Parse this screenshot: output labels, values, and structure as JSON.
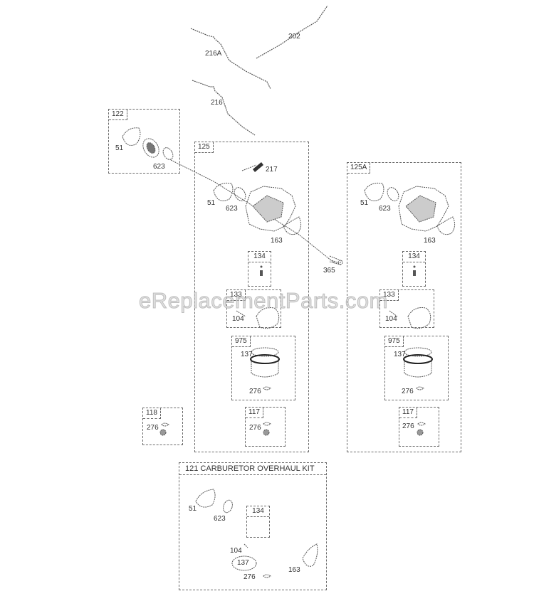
{
  "diagram": {
    "type": "exploded-parts-diagram",
    "subject": "Carburetor assembly",
    "watermark": "eReplacementParts.com",
    "loose_parts": [
      {
        "id": "202",
        "label": "202"
      },
      {
        "id": "216A",
        "label": "216A"
      },
      {
        "id": "216",
        "label": "216"
      },
      {
        "id": "365",
        "label": "365"
      }
    ],
    "groups": {
      "g122": {
        "tag": "122",
        "parts": {
          "p51": "51",
          "p623": "623"
        }
      },
      "g125": {
        "tag": "125",
        "parts": {
          "p217": "217",
          "p51": "51",
          "p623": "623",
          "p163": "163"
        },
        "sub": {
          "g134": {
            "tag": "134"
          },
          "g133": {
            "tag": "133",
            "parts": {
              "p104": "104"
            }
          },
          "g975": {
            "tag": "975",
            "parts": {
              "p137": "137",
              "p276": "276"
            }
          },
          "g117": {
            "tag": "117",
            "parts": {
              "p276": "276"
            }
          }
        }
      },
      "g125A": {
        "tag": "125A",
        "parts": {
          "p51": "51",
          "p623": "623",
          "p163": "163"
        },
        "sub": {
          "g134": {
            "tag": "134"
          },
          "g133": {
            "tag": "133",
            "parts": {
              "p104": "104"
            }
          },
          "g975": {
            "tag": "975",
            "parts": {
              "p137": "137",
              "p276": "276"
            }
          },
          "g117": {
            "tag": "117",
            "parts": {
              "p276": "276"
            }
          }
        }
      },
      "g118": {
        "tag": "118",
        "parts": {
          "p276": "276"
        }
      },
      "g121": {
        "title": "121 CARBURETOR OVERHAUL KIT",
        "parts": {
          "p51": "51",
          "p623": "623",
          "p104": "104",
          "p137": "137",
          "p276": "276",
          "p163": "163"
        },
        "sub": {
          "g134": {
            "tag": "134"
          }
        }
      }
    }
  }
}
